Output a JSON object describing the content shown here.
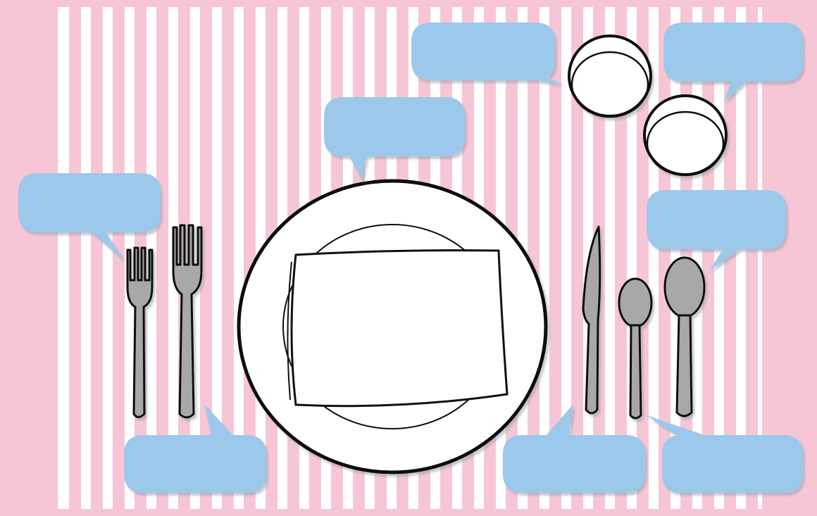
{
  "colors": {
    "stripe_pink": "#f6c6d7",
    "background_white": "#ffffff",
    "callout_blue": "#9cc8ec",
    "callout_shadow": "#8a9aa8",
    "utensil_gray": "#a8a8a8",
    "outline_black": "#111111",
    "plate_white": "#ffffff"
  },
  "items": {
    "glasses": {
      "count": 2,
      "icon": "drinking-glass-icon"
    },
    "plate": {
      "icon": "dinner-plate-icon"
    },
    "napkin": {
      "icon": "napkin-icon"
    },
    "salad_fork": {
      "icon": "salad-fork-icon"
    },
    "dinner_fork": {
      "icon": "dinner-fork-icon"
    },
    "knife": {
      "icon": "knife-icon"
    },
    "teaspoon": {
      "icon": "teaspoon-icon"
    },
    "soup_spoon": {
      "icon": "soup-spoon-icon"
    }
  },
  "callouts": [
    {
      "id": "callout-top-glass-left",
      "text": ""
    },
    {
      "id": "callout-top-glass-right",
      "text": ""
    },
    {
      "id": "callout-plate-top",
      "text": ""
    },
    {
      "id": "callout-salad-fork",
      "text": ""
    },
    {
      "id": "callout-soup-spoon",
      "text": ""
    },
    {
      "id": "callout-dinner-fork",
      "text": ""
    },
    {
      "id": "callout-knife",
      "text": ""
    },
    {
      "id": "callout-teaspoon",
      "text": ""
    }
  ]
}
